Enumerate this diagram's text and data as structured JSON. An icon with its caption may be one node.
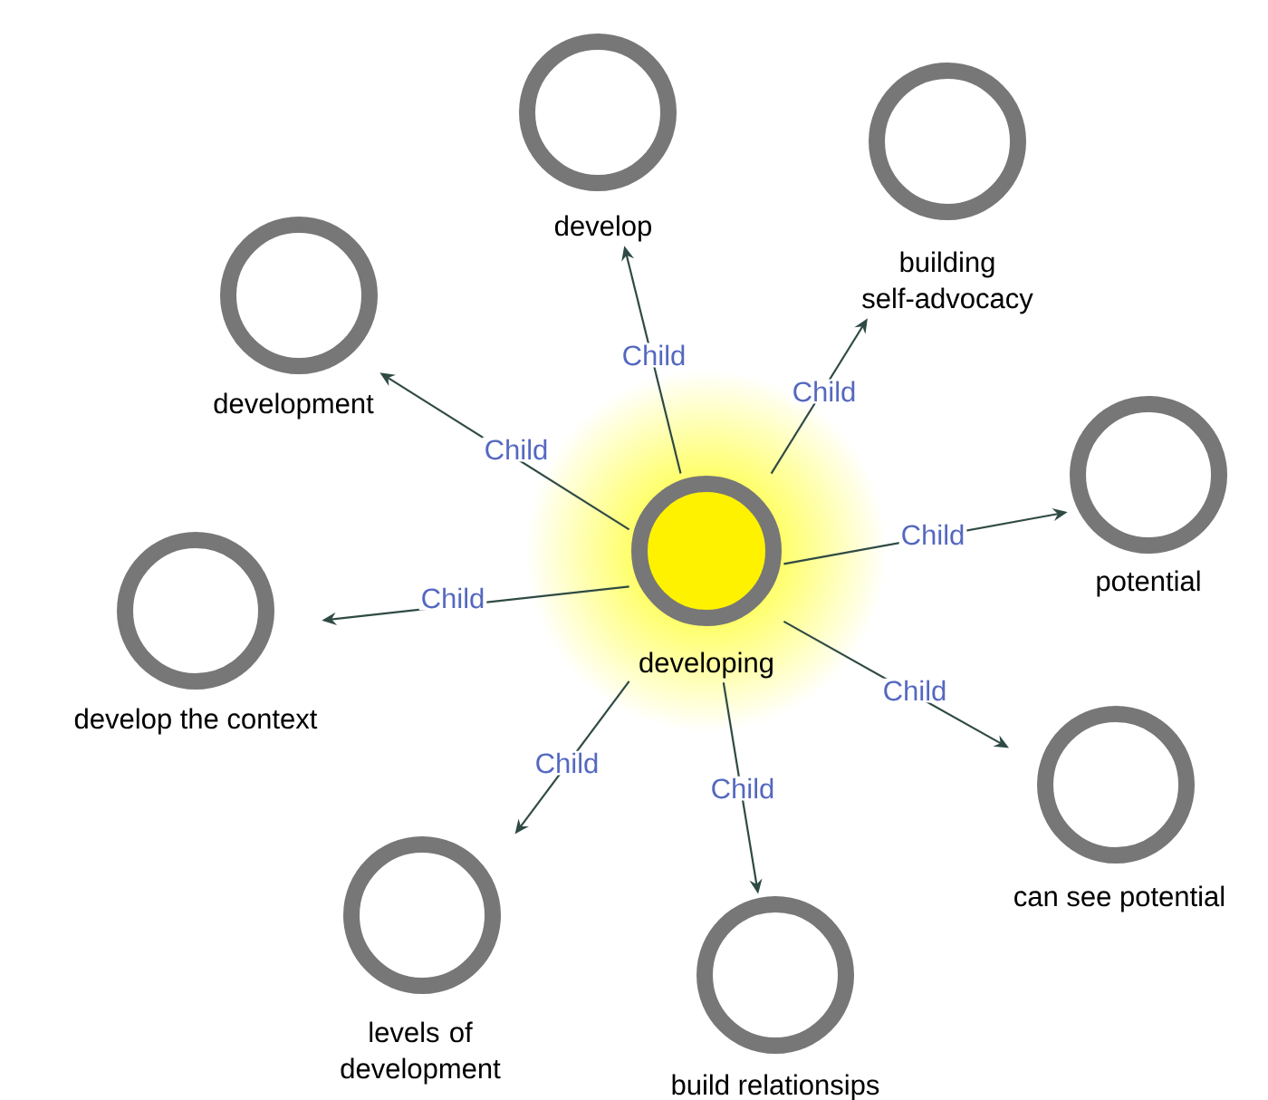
{
  "diagram": {
    "nodes": [
      {
        "text": [
          "develop"
        ]
      },
      {
        "text": [
          "building self-advocacy"
        ]
      },
      {
        "text": [
          "development"
        ]
      },
      {
        "text": [
          "potential"
        ]
      },
      {
        "text": [
          "developing"
        ]
      },
      {
        "text": [
          "develop the context"
        ]
      },
      {
        "text": [
          "can see potential"
        ]
      },
      {
        "text": [
          "levels of development"
        ]
      },
      {
        "text": [
          "build relationsips"
        ]
      }
    ],
    "edges": [
      {
        "from": 4,
        "to": 0,
        "arrow": "to",
        "label": "Child"
      },
      {
        "from": 4,
        "to": 1,
        "arrow": "to",
        "label": "Child"
      },
      {
        "from": 4,
        "to": 2,
        "arrow": "to",
        "label": "Child"
      },
      {
        "from": 4,
        "to": 3,
        "arrow": "to",
        "label": "Child"
      },
      {
        "from": 4,
        "to": 5,
        "arrow": "to",
        "label": "Child"
      },
      {
        "from": 4,
        "to": 6,
        "arrow": "to",
        "label": "Child"
      },
      {
        "from": 4,
        "to": 7,
        "arrow": "to",
        "label": "Child"
      },
      {
        "from": 4,
        "to": 8,
        "arrow": "to",
        "label": "Child"
      }
    ]
  }
}
